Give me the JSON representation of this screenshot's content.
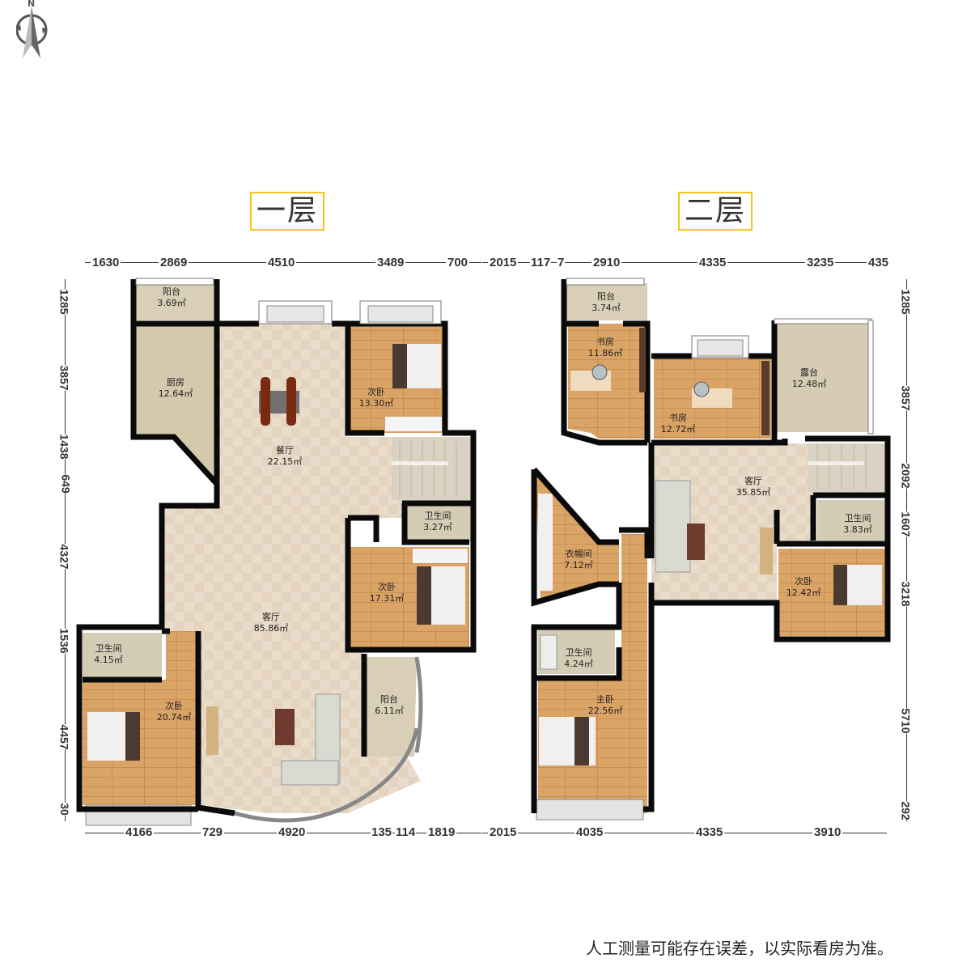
{
  "compass": {
    "label": "N",
    "icon": "north-arrow-compass-icon"
  },
  "floors": [
    {
      "id": "floor-1",
      "title": "一层",
      "dimensions_top": [
        "1630",
        "2869",
        "4510",
        "3489",
        "700"
      ],
      "dimensions_bottom": [
        "4166",
        "729",
        "4920",
        "135",
        "114",
        "1819"
      ],
      "dimensions_left": [
        "1285",
        "3857",
        "1438",
        "649",
        "4327",
        "1536",
        "4457",
        "30"
      ],
      "rooms": [
        {
          "name": "阳台",
          "area": "3.69㎡"
        },
        {
          "name": "厨房",
          "area": "12.64㎡"
        },
        {
          "name": "餐厅",
          "area": "22.15㎡"
        },
        {
          "name": "次卧",
          "area": "13.30㎡"
        },
        {
          "name": "卫生间",
          "area": "3.27㎡"
        },
        {
          "name": "次卧",
          "area": "17.31㎡"
        },
        {
          "name": "客厅",
          "area": "85.86㎡"
        },
        {
          "name": "卫生间",
          "area": "4.15㎡"
        },
        {
          "name": "次卧",
          "area": "20.74㎡"
        },
        {
          "name": "阳台",
          "area": "6.11㎡"
        }
      ]
    },
    {
      "id": "floor-2",
      "title": "二层",
      "dimensions_top": [
        "2015",
        "117",
        "7",
        "2910",
        "4335",
        "3235",
        "435"
      ],
      "dimensions_bottom": [
        "2015",
        "4035",
        "4335",
        "3910"
      ],
      "dimensions_right": [
        "1285",
        "3857",
        "2092",
        "1607",
        "3218",
        "5710",
        "292"
      ],
      "rooms": [
        {
          "name": "阳台",
          "area": "3.74㎡"
        },
        {
          "name": "书房",
          "area": "11.86㎡"
        },
        {
          "name": "书房",
          "area": "12.72㎡"
        },
        {
          "name": "露台",
          "area": "12.48㎡"
        },
        {
          "name": "客厅",
          "area": "35.85㎡"
        },
        {
          "name": "卫生间",
          "area": "3.83㎡"
        },
        {
          "name": "衣帽间",
          "area": "7.12㎡"
        },
        {
          "name": "次卧",
          "area": "12.42㎡"
        },
        {
          "name": "卫生间",
          "area": "4.24㎡"
        },
        {
          "name": "主卧",
          "area": "22.56㎡"
        }
      ]
    }
  ],
  "disclaimer": "人工测量可能存在误差，以实际看房为准。",
  "colors": {
    "title_border": "#f5c518",
    "wall": "#0a0a0a",
    "tile_floor": "#e8d9c6",
    "wood_floor": "#d9a064",
    "balcony_floor": "#d6ccb2",
    "stair": "#d8d0c2"
  }
}
